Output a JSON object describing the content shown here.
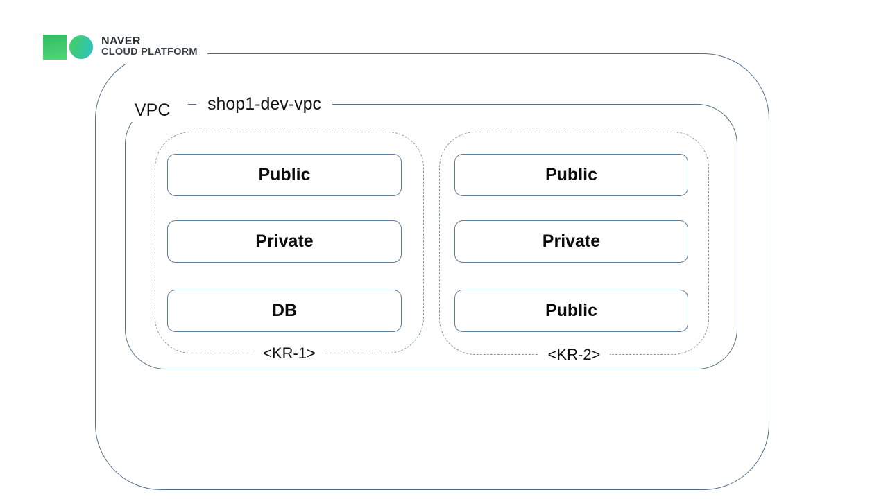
{
  "brand": {
    "name_line1": "NAVER",
    "name_line2": "CLOUD PLATFORM"
  },
  "diagram": {
    "vpc_type_label": "VPC",
    "vpc_name": "shop1-dev-vpc",
    "zones": [
      {
        "name": "<KR-1>",
        "subnets": [
          "Public",
          "Private",
          "DB"
        ]
      },
      {
        "name": "<KR-2>",
        "subnets": [
          "Public",
          "Private",
          "Public"
        ]
      }
    ]
  },
  "colors": {
    "solid_border": "#556f89",
    "subnet_border": "#5e7d9b",
    "dashed_border": "#8794a3",
    "logo_green_start": "#2fbd60",
    "logo_green_end": "#52d57b",
    "logo_circle_start": "#40cc70",
    "logo_circle_end": "#2ec2c4",
    "text_dark": "#2c3136"
  }
}
